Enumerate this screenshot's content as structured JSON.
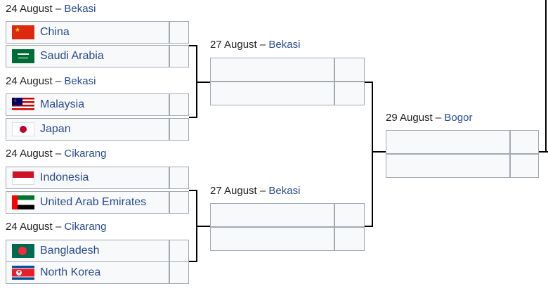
{
  "round1": {
    "match1": {
      "date": "24 August",
      "sep": " – ",
      "venue": "Bekasi",
      "team1": "China",
      "team2": "Saudi Arabia"
    },
    "match2": {
      "date": "24 August",
      "sep": " – ",
      "venue": "Bekasi",
      "team1": "Malaysia",
      "team2": "Japan"
    },
    "match3": {
      "date": "24 August",
      "sep": " – ",
      "venue": "Cikarang",
      "team1": "Indonesia",
      "team2": "United Arab Emirates"
    },
    "match4": {
      "date": "24 August",
      "sep": " – ",
      "venue": "Cikarang",
      "team1": "Bangladesh",
      "team2": "North Korea"
    }
  },
  "round2": {
    "match1": {
      "date": "27 August",
      "sep": " – ",
      "venue": "Bekasi"
    },
    "match2": {
      "date": "27 August",
      "sep": " – ",
      "venue": "Bekasi"
    }
  },
  "round3": {
    "match1": {
      "date": "29 August",
      "sep": " – ",
      "venue": "Bogor"
    }
  },
  "flags": {
    "china": "flag-china-icon",
    "saudi_arabia": "flag-saudi-arabia-icon",
    "malaysia": "flag-malaysia-icon",
    "japan": "flag-japan-icon",
    "indonesia": "flag-indonesia-icon",
    "uae": "flag-uae-icon",
    "bangladesh": "flag-bangladesh-icon",
    "north_korea": "flag-north-korea-icon"
  },
  "colors": {
    "link": "#2a4b8d",
    "cell_bg": "#f8f9fa",
    "cell_border": "#a2a9b1",
    "connector": "#000000"
  }
}
